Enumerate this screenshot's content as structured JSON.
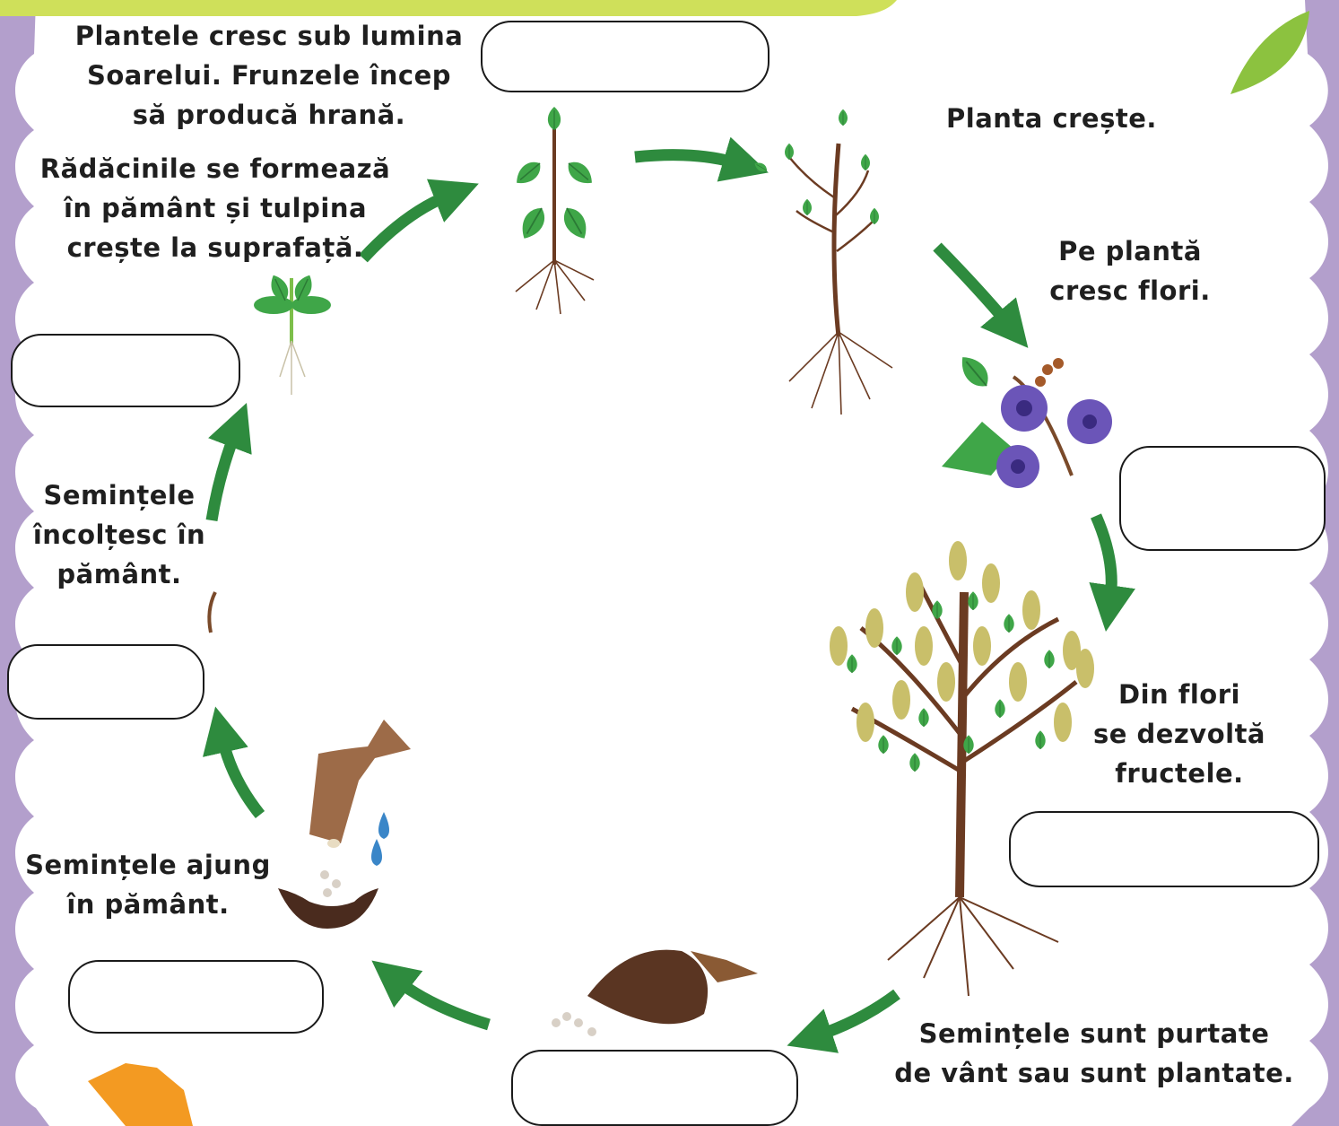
{
  "captions": {
    "sun_leaves": [
      "Plantele cresc sub lumina",
      "Soarelui. Frunzele încep",
      "să producă hrană."
    ],
    "roots_stem": [
      "Rădăcinile se formează",
      "în pământ și tulpina",
      "crește la suprafață."
    ],
    "plant_grows": [
      "Planta crește."
    ],
    "flowers": [
      "Pe plantă",
      "cresc flori."
    ],
    "fruits": [
      "Din flori",
      "se dezvoltă",
      "fructele."
    ],
    "seeds_wind": [
      "Semințele sunt purtate",
      "de vânt sau sunt plantate."
    ],
    "seeds_ground": [
      "Semințele ajung",
      "în pământ."
    ],
    "sprout": [
      "Semințele",
      "încolțesc în",
      "pământ."
    ]
  },
  "colors": {
    "arrow": "#2e8b3e",
    "border_band": "#b39fcc",
    "top_band": "#cfe05a",
    "leaf_green": "#3fa648",
    "flower_purple": "#6b55b8",
    "soil": "#4a2b1e",
    "trunk": "#6b3b22",
    "leaf_orange": "#f39a22",
    "leaf_lime": "#8cc23f",
    "water_blue": "#3a86c8"
  },
  "icons": [
    "young-plant-icon",
    "growing-plant-icon",
    "flowers-icon",
    "tree-icon",
    "fruit-pod-icon",
    "hand-seeds-icon",
    "sprout-icon",
    "seedling-icon",
    "leaf-icon"
  ]
}
